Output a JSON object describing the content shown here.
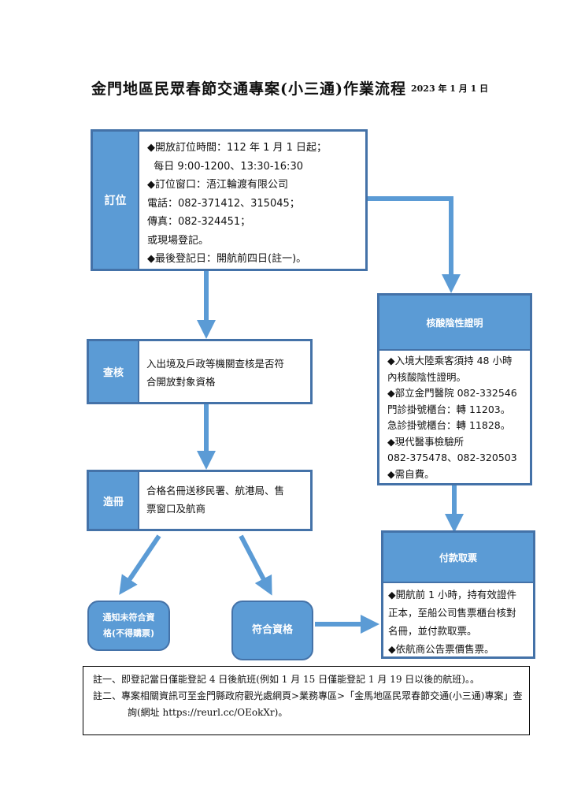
{
  "title": "金門地區民眾春節交通專案(小三通)作業流程",
  "date": "2023 年 1 月 1 日",
  "booking": {
    "label": "訂位",
    "lines": [
      "◆開放訂位時間：112 年 1 月 1 日起；",
      "  每日 9:00-1200、13:30-16:30",
      "◆訂位窗口：浯江輪渡有限公司",
      "電話：082-371412、315045；",
      "傳真：082-324451；",
      "或現場登記。",
      "◆最後登記日：開航前四日(註一)。"
    ]
  },
  "check": {
    "label": "查核",
    "lines": [
      "入出境及戶政等機關查核是否符",
      "合開放對象資格"
    ]
  },
  "roster": {
    "label": "造冊",
    "lines": [
      "合格名冊送移民署、航港局、售",
      "票窗口及航商"
    ]
  },
  "unqualified": {
    "lines": [
      "通知未符合資",
      "格(不得購票)"
    ]
  },
  "qualified": {
    "label": "符合資格"
  },
  "test": {
    "header": "核酸陰性證明",
    "lines": [
      "◆入境大陸乘客須持 48 小時",
      "內核酸陰性證明。",
      "◆部立金門醫院 082-332546",
      "門診掛號櫃台：轉 11203。",
      "急診掛號櫃台：轉 11828。",
      "◆現代醫事檢驗所",
      "082-375478、082-320503",
      "◆需自費。"
    ]
  },
  "payment": {
    "header": "付款取票",
    "lines": [
      "◆開航前 1 小時，持有效證件",
      "正本，至船公司售票櫃台核對",
      "名冊，並付款取票。",
      "◆依航商公告票價售票。"
    ]
  },
  "notes": [
    "註一、即登記當日僅能登記 4 日後航班(例如 1 月 15 日僅能登記 1 月 19 日以後的航班)。。",
    "註二、專案相關資訊可至金門縣政府觀光處網頁>業務專區>「金馬地區民眾春節交通(小三通)專案」查詢(網址 https://reurl.cc/OEokXr)。"
  ],
  "colors": {
    "box_fill": "#5b9bd5",
    "box_border": "#4472a8",
    "arrow": "#5b9bd5"
  }
}
